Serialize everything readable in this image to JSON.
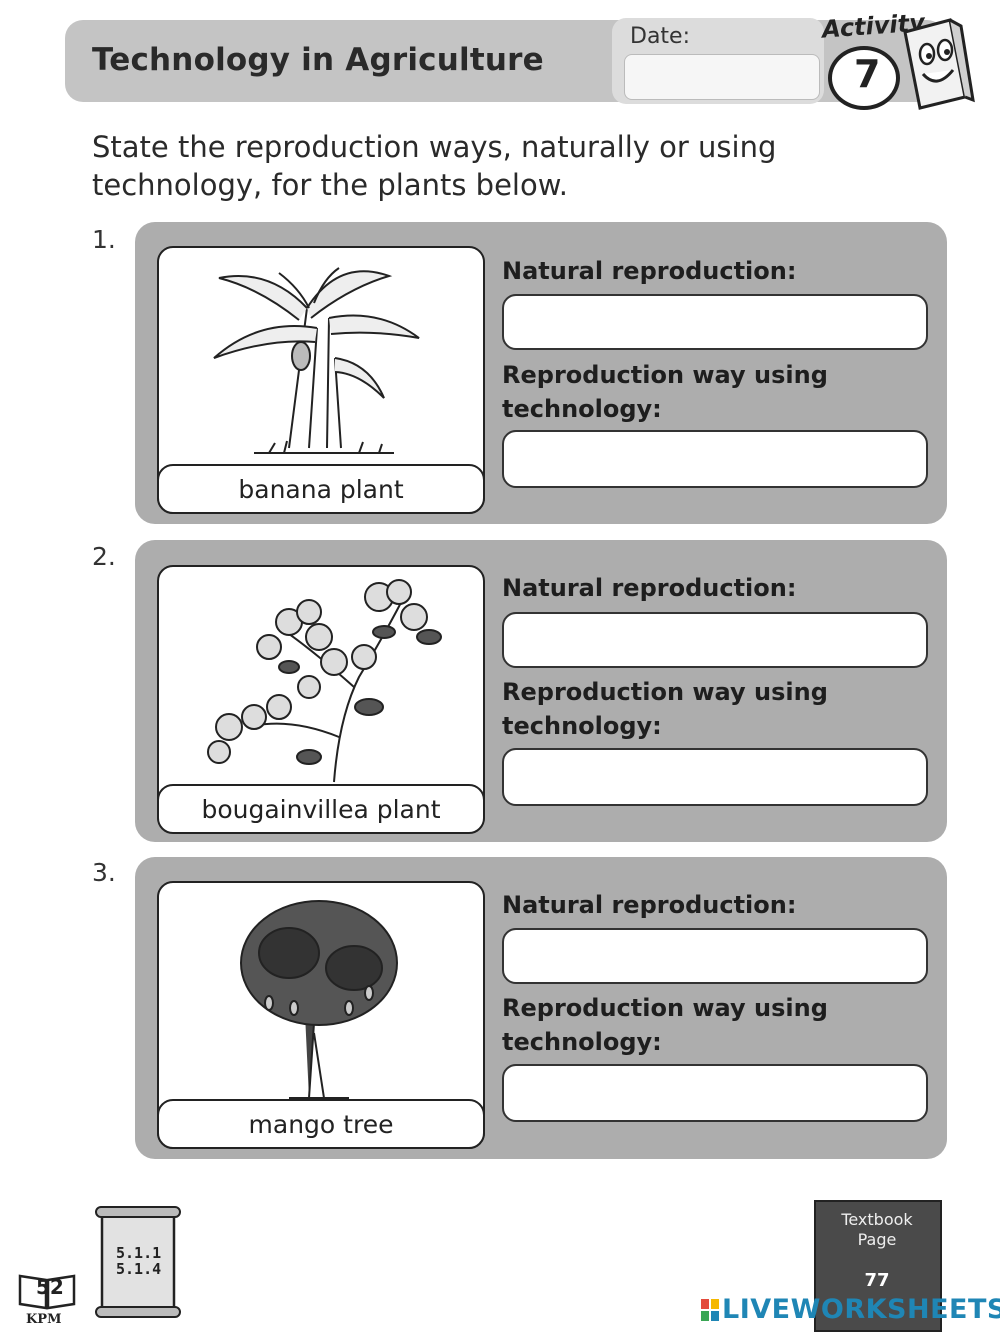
{
  "header": {
    "title": "Technology in Agriculture",
    "date_label": "Date:",
    "activity_label": "Activity",
    "activity_number": "7"
  },
  "instructions": "State the reproduction ways, naturally or using technology, for the plants below.",
  "items": [
    {
      "number": "1.",
      "plant_name": "banana plant",
      "image_icon": "banana-plant-icon",
      "natural_label": "Natural reproduction:",
      "technology_label": "Reproduction way using technology:",
      "natural_answer": "",
      "technology_answer": ""
    },
    {
      "number": "2.",
      "plant_name": "bougainvillea plant",
      "image_icon": "bougainvillea-plant-icon",
      "natural_label": "Natural reproduction:",
      "technology_label": "Reproduction way using technology:",
      "natural_answer": "",
      "technology_answer": ""
    },
    {
      "number": "3.",
      "plant_name": "mango tree",
      "image_icon": "mango-tree-icon",
      "natural_label": "Natural reproduction:",
      "technology_label": "Reproduction way using technology:",
      "natural_answer": "",
      "technology_answer": ""
    }
  ],
  "footer": {
    "page_number": "52",
    "publisher": "KPM",
    "standards": [
      "5.1.1",
      "5.1.4"
    ],
    "textbook_label": "Textbook Page",
    "textbook_page": "77",
    "watermark": "LIVEWORKSHEETS"
  },
  "colors": {
    "panel": "#adadad",
    "header": "#c4c4c4",
    "watermark": "#1f86b5"
  }
}
